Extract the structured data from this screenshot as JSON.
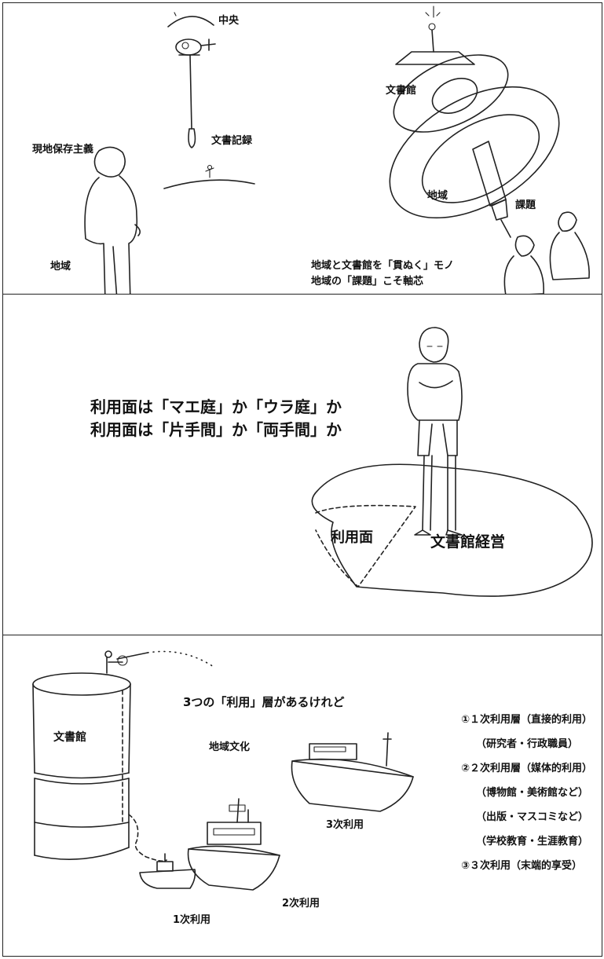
{
  "panel1": {
    "center": "中央",
    "records": "文書記録",
    "principle": "現地保存主義",
    "region_left": "地域",
    "archives": "文書館",
    "region_right": "地域",
    "issue": "課題",
    "caption_line1": "地域と文書館を「貫ぬく」モノ",
    "caption_line2": "地域の「課題」こそ軸芯"
  },
  "panel2": {
    "line1": "利用面は「マエ庭」か「ウラ庭」か",
    "line2": "利用面は「片手間」か「両手間」か",
    "usage_area": "利用面",
    "management": "文書館経営"
  },
  "panel3": {
    "title": "3つの「利用」層があるけれど",
    "archives": "文書館",
    "regional_culture": "地域文化",
    "use3": "3次利用",
    "use2": "2次利用",
    "use1": "1次利用",
    "list": [
      "①１次利用層（直接的利用）",
      "（研究者・行政職員）",
      "②２次利用層（媒体的利用）",
      "（博物館・美術館など）",
      "（出版・マスコミなど）",
      "（学校教育・生涯教育）",
      "③３次利用（末端的享受）"
    ]
  }
}
